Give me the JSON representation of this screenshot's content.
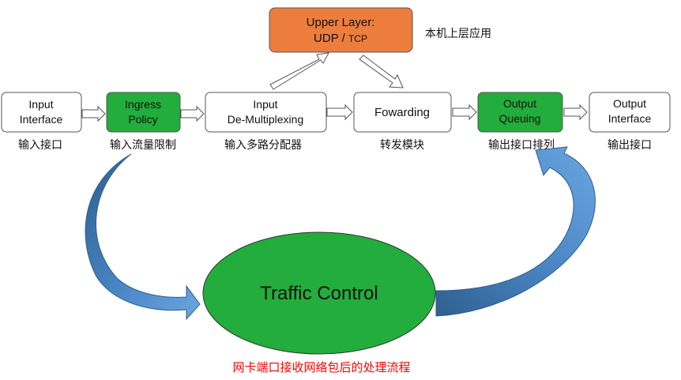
{
  "colors": {
    "box_white": "#ffffff",
    "box_green": "#22ad3c",
    "box_orange": "#ec7d3d",
    "ellipse_green": "#22ad3c",
    "arrow_blue": "#5b9bd5",
    "arrow_blue_dark": "#2f5f8f",
    "caption_red": "#ff0000"
  },
  "boxes": {
    "input_interface": {
      "line1": "Input",
      "line2": "Interface",
      "caption": "输入接口"
    },
    "ingress_policy": {
      "line1": "Ingress",
      "line2": "Policy",
      "caption": "输入流量限制"
    },
    "demultiplexing": {
      "line1": "Input",
      "line2": "De-Multiplexing",
      "caption": "输入多路分配器"
    },
    "forwarding": {
      "line1": "Fowarding",
      "caption": "转发模块"
    },
    "output_queuing": {
      "line1": "Output",
      "line2": "Queuing",
      "caption": "输出接口排列"
    },
    "output_interface": {
      "line1": "Output",
      "line2": "Interface",
      "caption": "输出接口"
    },
    "upper_layer": {
      "line1": "Upper Layer:",
      "line2_a": "UDP / ",
      "line2_b": "TCP",
      "caption": "本机上层应用"
    }
  },
  "traffic_control": {
    "label": "Traffic Control"
  },
  "footer_caption": "网卡端口接收网络包后的处理流程"
}
